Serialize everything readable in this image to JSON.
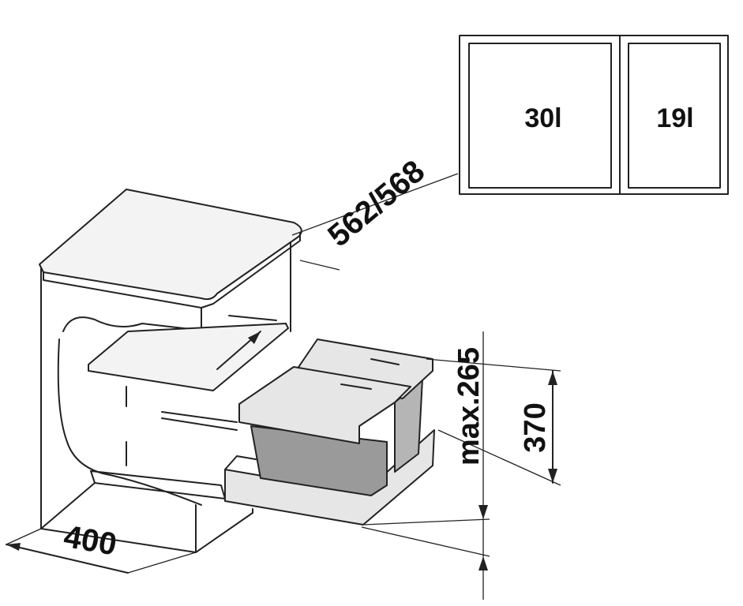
{
  "capacities": {
    "left": "30l",
    "right": "19l"
  },
  "dimensions": {
    "depth": "562/568",
    "max_height": "max.265",
    "height": "370",
    "width": "400"
  }
}
